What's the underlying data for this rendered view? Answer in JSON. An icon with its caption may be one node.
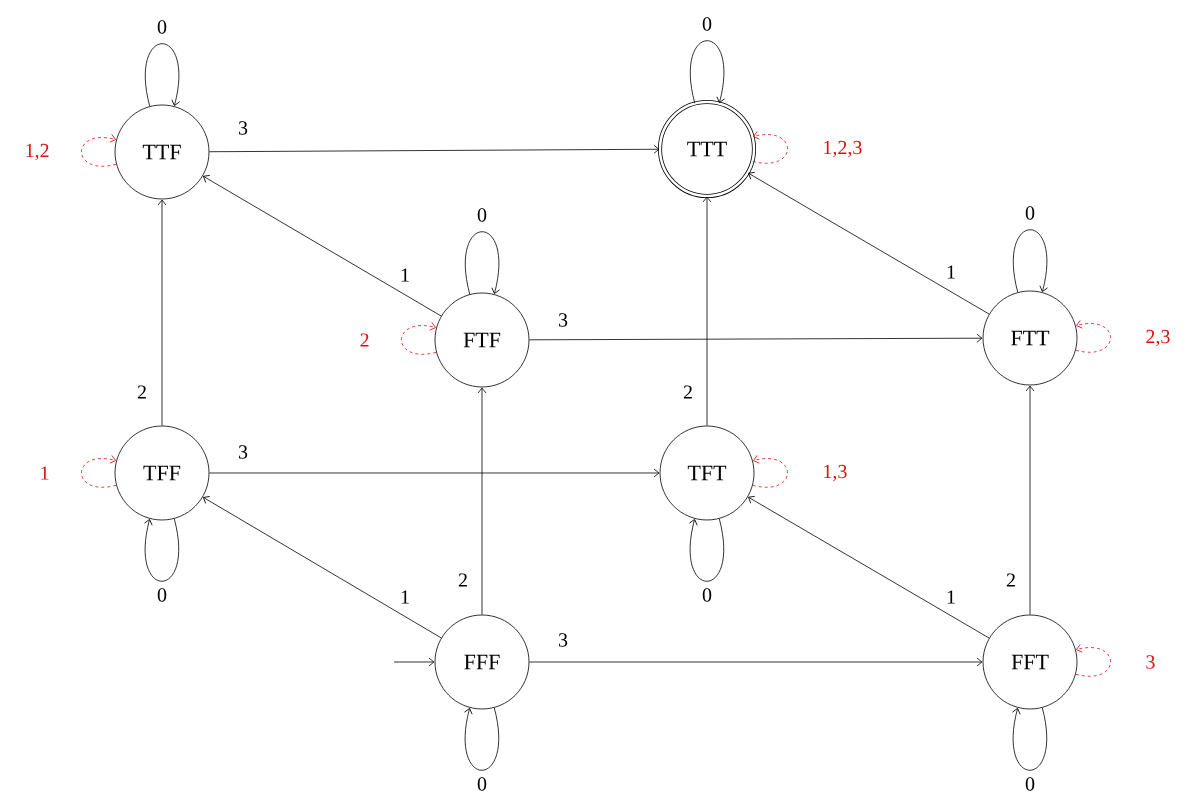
{
  "diagram": {
    "nodes": [
      {
        "text": [
          "TTF"
        ]
      },
      {
        "text": [
          "TTT"
        ]
      },
      {
        "text": [
          "FTF"
        ]
      },
      {
        "text": [
          "FTT"
        ]
      },
      {
        "text": [
          "TFF"
        ]
      },
      {
        "text": [
          "TFT"
        ]
      },
      {
        "text": [
          "FFF"
        ]
      },
      {
        "text": [
          "FFT"
        ]
      }
    ],
    "edges": [
      {
        "from": 0,
        "to": 1,
        "arrow": "to",
        "label": "3"
      },
      {
        "from": 2,
        "to": 0,
        "arrow": "to",
        "label": "1"
      },
      {
        "from": 2,
        "to": 3,
        "arrow": "to",
        "label": "3"
      },
      {
        "from": 3,
        "to": 1,
        "arrow": "to",
        "label": "1"
      },
      {
        "from": 4,
        "to": 0,
        "arrow": "to",
        "label": "2"
      },
      {
        "from": 4,
        "to": 5,
        "arrow": "to",
        "label": "3"
      },
      {
        "from": 5,
        "to": 1,
        "arrow": "to",
        "label": "2"
      },
      {
        "from": 6,
        "to": 4,
        "arrow": "to",
        "label": "1"
      },
      {
        "from": 6,
        "to": 2,
        "arrow": "to",
        "label": "2"
      },
      {
        "from": 6,
        "to": 7,
        "arrow": "to",
        "label": "3"
      },
      {
        "from": 7,
        "to": 5,
        "arrow": "to",
        "label": "1"
      },
      {
        "from": 7,
        "to": 3,
        "arrow": "to",
        "label": "2"
      },
      {
        "from": 0,
        "to": 0,
        "arrow": "to",
        "label": "0"
      },
      {
        "from": 1,
        "to": 1,
        "arrow": "to",
        "label": "0"
      },
      {
        "from": 2,
        "to": 2,
        "arrow": "to",
        "label": "0"
      },
      {
        "from": 3,
        "to": 3,
        "arrow": "to",
        "label": "0"
      },
      {
        "from": 4,
        "to": 4,
        "arrow": "to",
        "label": "0"
      },
      {
        "from": 5,
        "to": 5,
        "arrow": "to",
        "label": "0"
      },
      {
        "from": 6,
        "to": 6,
        "arrow": "to",
        "label": "0"
      },
      {
        "from": 7,
        "to": 7,
        "arrow": "to",
        "label": "0"
      },
      {
        "from": 0,
        "to": 0,
        "arrow": "to",
        "label": "1,2",
        "style": "dashed",
        "color": "#dd1111"
      },
      {
        "from": 1,
        "to": 1,
        "arrow": "to",
        "label": "1,2,3",
        "style": "dashed",
        "color": "#dd1111"
      },
      {
        "from": 2,
        "to": 2,
        "arrow": "to",
        "label": "2",
        "style": "dashed",
        "color": "#dd1111"
      },
      {
        "from": 3,
        "to": 3,
        "arrow": "to",
        "label": "2,3",
        "style": "dashed",
        "color": "#dd1111"
      },
      {
        "from": 4,
        "to": 4,
        "arrow": "to",
        "label": "1",
        "style": "dashed",
        "color": "#dd1111"
      },
      {
        "from": 5,
        "to": 5,
        "arrow": "to",
        "label": "1,3",
        "style": "dashed",
        "color": "#dd1111"
      },
      {
        "from": 7,
        "to": 7,
        "arrow": "to",
        "label": "3",
        "style": "dashed",
        "color": "#dd1111"
      },
      {
        "from": null,
        "to": 6,
        "arrow": "to"
      }
    ]
  }
}
